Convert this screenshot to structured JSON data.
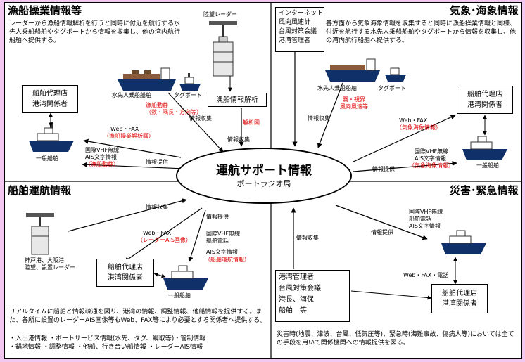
{
  "quadrants": {
    "fishing": {
      "title": "漁船操業情報等",
      "description": "レーダーから漁船情報解析を行うと同時に付近を航行する水先人乗船船舶やタグボートから情報を収集し、他の湾内航行船舶へ提供する。",
      "radar_label": "陸望レーダー",
      "pilot_ship_label": "水先人乗船船舶",
      "tug_label": "タグボート",
      "analysis_box": "漁船情報解析",
      "fishing_trend_line1": "漁船動静",
      "fishing_trend_line2": "（数・隅長・方向等）",
      "analysis_chart": "解析図",
      "agent_box": [
        "船舶代理店",
        "港湾関係者"
      ],
      "general_ship_label": "一般船舶",
      "web_fax": "Web・FAX",
      "web_fax_item": "（漁船操業解析図）",
      "vhf_lines": [
        "国際VHF無線",
        "AIS文字情報"
      ],
      "vhf_item": "（漁船動静）",
      "collect_label": "情報収集",
      "provide_label": "情報提供"
    },
    "weather": {
      "title": "気象･海象情報",
      "description": "各方面から気象海象情報を収集すると同時に漁船操業情報と同様、付近を航行する水先人乗船船舶やタグボートから情報を収集し、他の湾内航行船舶へ提供する。",
      "source_box": [
        "インターネット",
        "風向風速計",
        "台風対策会議",
        "港湾管理者"
      ],
      "pilot_ship_label": "水先人乗船船舶",
      "tug_label": "タグボート",
      "fog_line1": "霧・視界",
      "fog_line2": "風向風速等",
      "agent_box": [
        "船舶代理店",
        "港湾関係者"
      ],
      "web_fax": "Web・FAX",
      "web_fax_item": "（気象海象情報）",
      "vhf_lines": [
        "国際VHF無線",
        "AIS文字情報"
      ],
      "vhf_item": "（気象海象情報）",
      "general_ship_label": "一般船舶",
      "collect_label": "情報収集",
      "provide_label": "情報提供"
    },
    "navigation": {
      "title": "船舶運航情報",
      "radar_label": "神戸港、大阪港\n陸望、設置レーダー",
      "collect_label": "情報収集",
      "web_fax": "Web・FAX",
      "web_fax_item": "（レーダーAIS画像）",
      "vhf_lines": [
        "国際VHF無線",
        "船舶電話",
        "AIS文字情報"
      ],
      "vhf_item": "（船舶運航情報）",
      "provide_label": "情報提供",
      "agent_box": [
        "船舶代理店",
        "港湾関係者"
      ],
      "general_ship_label": "一般船舶",
      "description": "リアルタイムに船舶と情報疎通を図り、港湾の情報、調整情報、他船情報を提供する。また、各所に設置のレーダーAIS画像等もWeb、FAX等により必要とする関係者へ提供する。",
      "bullets": [
        "・入出港情報 ・ポートサービス情報(水先、タグ、綱取等)・管制情報",
        "・錨地情報 ・調整情報 ・他船、行き合い船情報 ・レーダーAIS情報"
      ]
    },
    "disaster": {
      "title": "災害･緊急情報",
      "vhf_lines": [
        "国際VHF無線",
        "船舶電話",
        "AIS文字情報"
      ],
      "provide_label": "情報提供",
      "collect_label": "情報収集",
      "web_fax_phone": "Web・FAX・電話",
      "source_box": [
        "港湾管理者",
        "台風対策会議",
        "港長、海保",
        "船舶　等"
      ],
      "agent_box": [
        "船舶代理店",
        "港湾関係者"
      ],
      "description": "災害時(地震、津波、台風、低気圧等)、緊急時(海難事故、傷病人等)においては全ての手段を用いて関係機関への情報提供を図る。"
    }
  },
  "center": {
    "title": "運航サポート情報",
    "subtitle": "ポートラジオ局"
  },
  "colors": {
    "background": "#f3c8f0",
    "highlight": "#e00000",
    "ship_hull": "#10306a",
    "ship_deck": "#8a5a3a"
  }
}
